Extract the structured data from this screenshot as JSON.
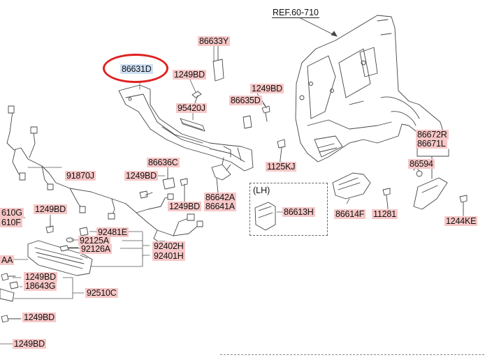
{
  "diagram": {
    "ref": "REF.60-710",
    "lh_title": "(LH)",
    "labels": {
      "p86633Y": "86633Y",
      "p86631D": "86631D",
      "p1249BD_a": "1249BD",
      "p1249BD_b": "1249BD",
      "p95420J": "95420J",
      "p86635D": "86635D",
      "p86636C": "86636C",
      "p1249BD_c": "1249BD",
      "p1125KJ": "1125KJ",
      "p91870J": "91870J",
      "p86642A": "86642A",
      "p86641A": "86641A",
      "p1249BD_d": "1249BD",
      "p86613H": "86613H",
      "p86672R": "86672R",
      "p86671L": "86671L",
      "p86594": "86594",
      "p86614F": "86614F",
      "p11281": "11281",
      "p1244KE": "1244KE",
      "p610G": "610G",
      "p610F": "610F",
      "p1249BD_e": "1249BD",
      "p92481E": "92481E",
      "p92125A": "92125A",
      "p92126A": "92126A",
      "p92402H": "92402H",
      "p92401H": "92401H",
      "pAA": "AA",
      "p1249BD_f": "1249BD",
      "p18643G": "18643G",
      "p92510C": "92510C",
      "p1249BD_g": "1249BD",
      "p1249BD_h": "1249BD"
    }
  }
}
